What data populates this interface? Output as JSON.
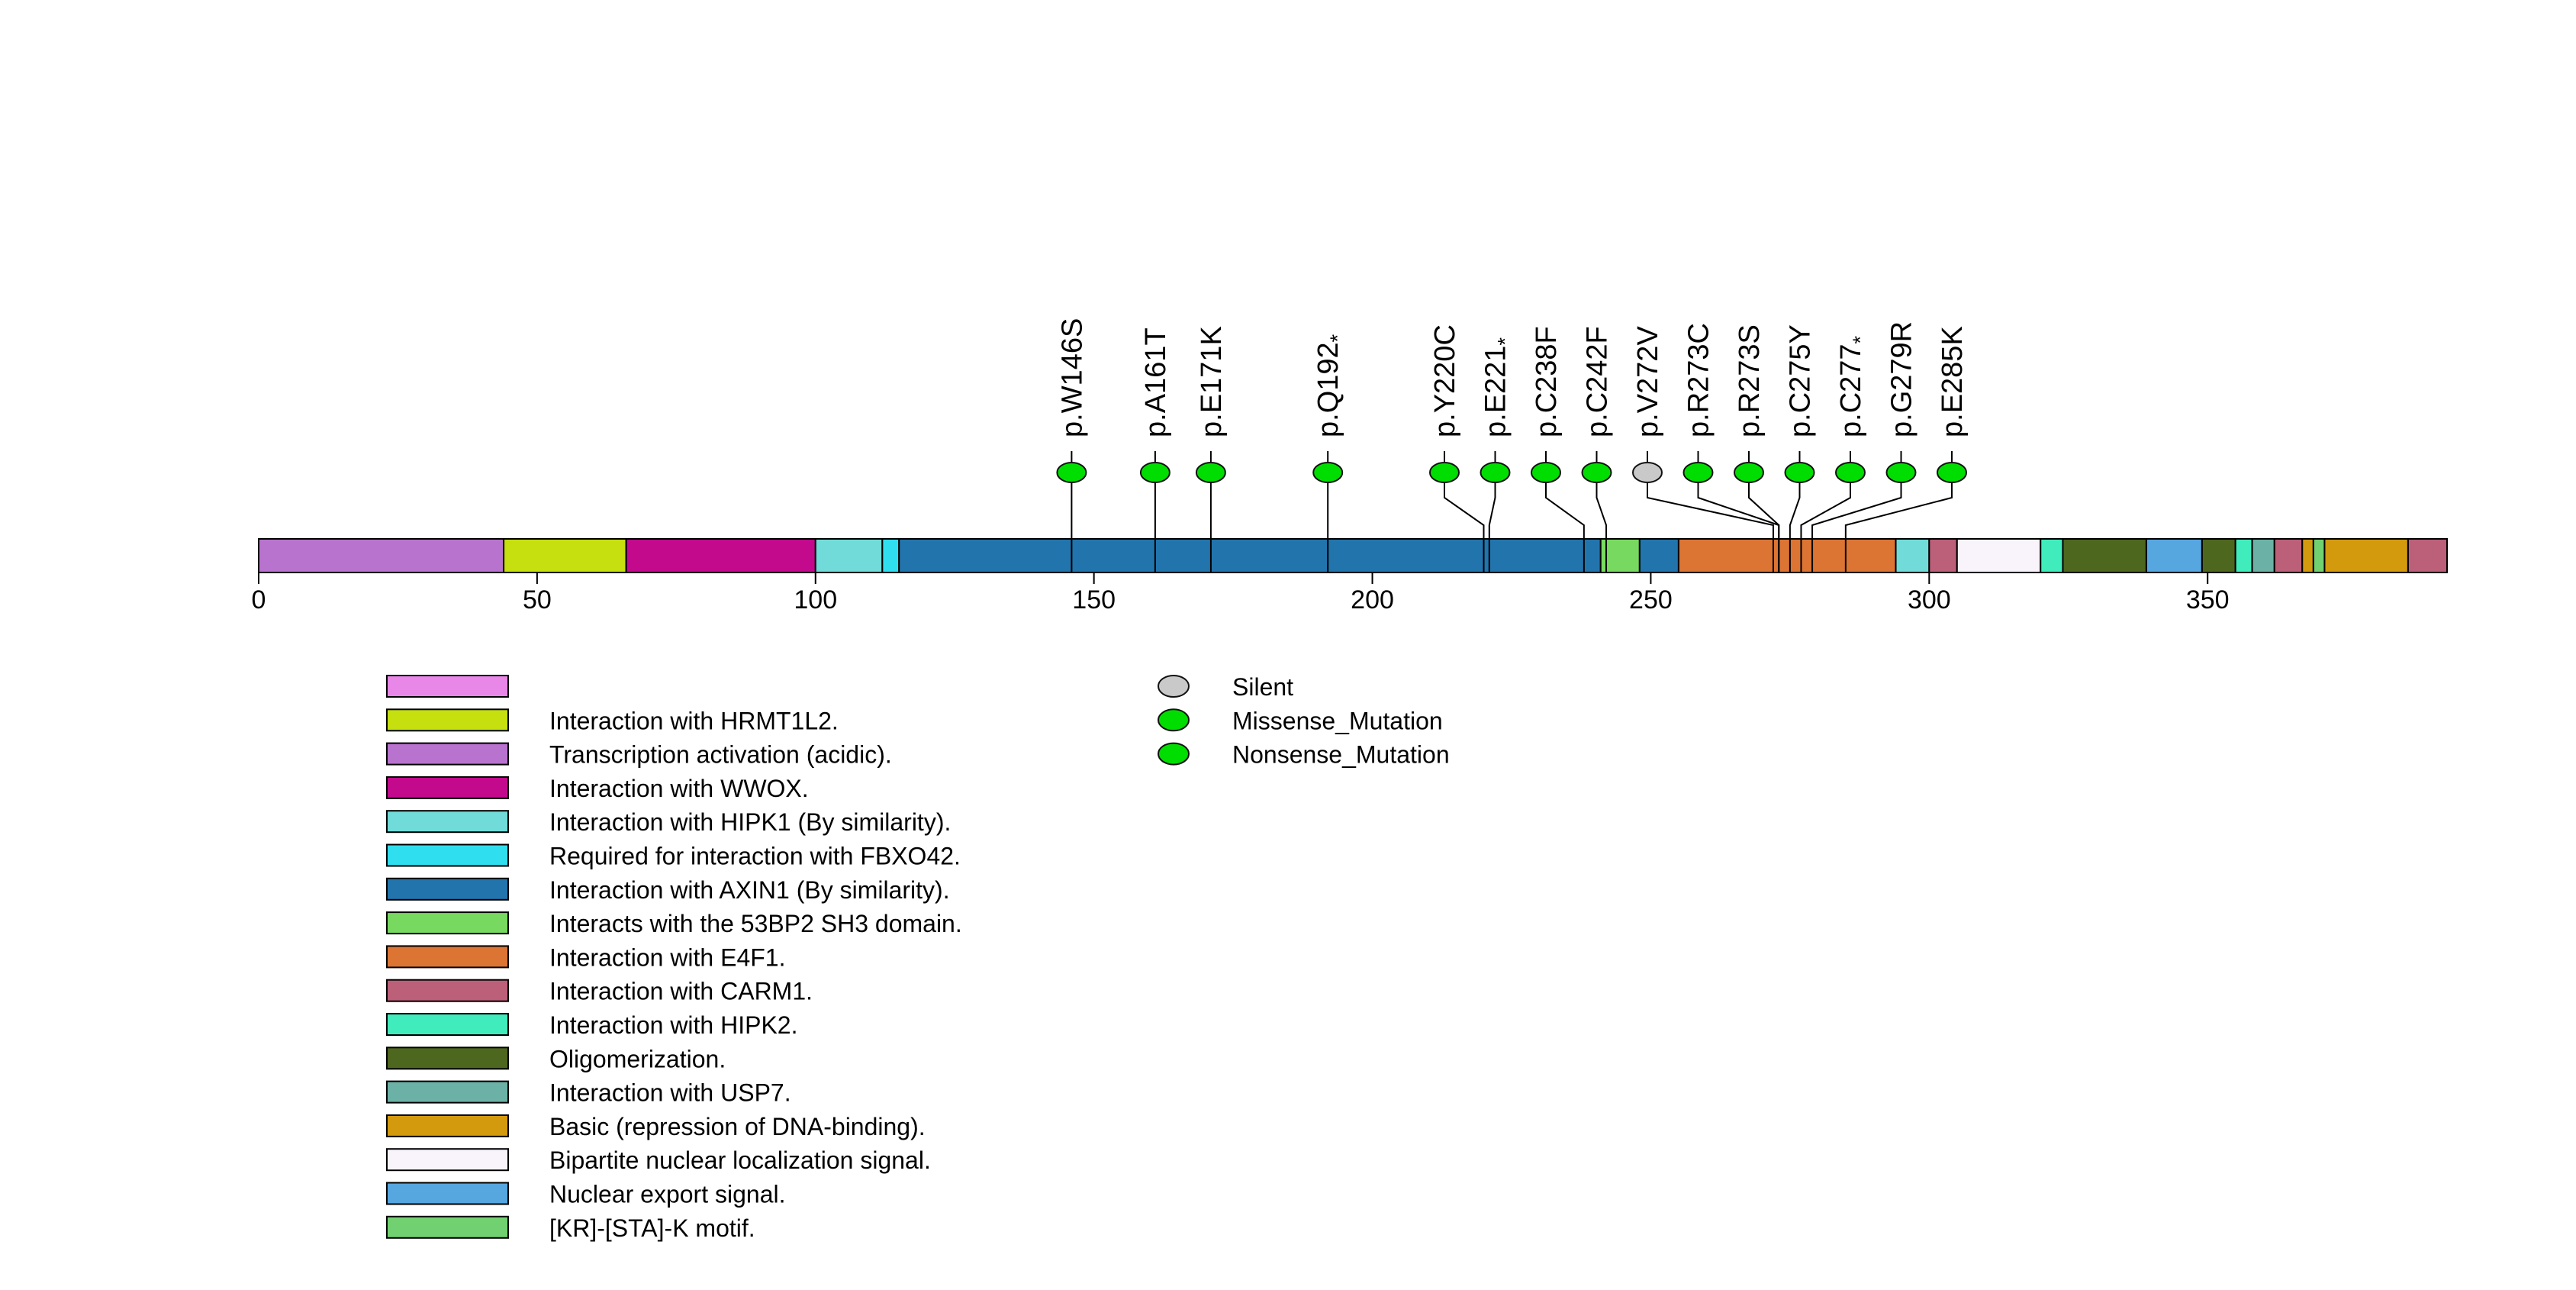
{
  "chart_data": {
    "type": "lollipop",
    "title": "",
    "description": "Protein mutation lollipop diagram with domain track, amino-acid axis, domain legend and mutation-type legend",
    "protein": {
      "length_aa": 393
    },
    "axis": {
      "xlim": [
        0,
        393
      ],
      "ticks": [
        0,
        50,
        100,
        150,
        200,
        250,
        300,
        350
      ]
    },
    "mutation_types": [
      {
        "label": "Silent",
        "color": "#C9C9C9"
      },
      {
        "label": "Missense_Mutation",
        "color": "#00DD00"
      },
      {
        "label": "Nonsense_Mutation",
        "color": "#00DD00"
      }
    ],
    "mutations": [
      {
        "label": "p.W146S",
        "position": 146,
        "type": "Missense_Mutation"
      },
      {
        "label": "p.A161T",
        "position": 161,
        "type": "Missense_Mutation"
      },
      {
        "label": "p.E171K",
        "position": 171,
        "type": "Missense_Mutation"
      },
      {
        "label": "p.Q192*",
        "position": 192,
        "type": "Nonsense_Mutation"
      },
      {
        "label": "p.Y220C",
        "position": 220,
        "type": "Missense_Mutation"
      },
      {
        "label": "p.E221*",
        "position": 221,
        "type": "Nonsense_Mutation"
      },
      {
        "label": "p.C238F",
        "position": 238,
        "type": "Missense_Mutation"
      },
      {
        "label": "p.C242F",
        "position": 242,
        "type": "Missense_Mutation"
      },
      {
        "label": "p.V272V",
        "position": 272,
        "type": "Silent"
      },
      {
        "label": "p.R273C",
        "position": 273,
        "type": "Missense_Mutation"
      },
      {
        "label": "p.R273S",
        "position": 273,
        "type": "Missense_Mutation"
      },
      {
        "label": "p.C275Y",
        "position": 275,
        "type": "Missense_Mutation"
      },
      {
        "label": "p.C277*",
        "position": 277,
        "type": "Nonsense_Mutation"
      },
      {
        "label": "p.G279R",
        "position": 279,
        "type": "Missense_Mutation"
      },
      {
        "label": "p.E285K",
        "position": 285,
        "type": "Missense_Mutation"
      }
    ],
    "domains": [
      {
        "start": 0,
        "end": 44,
        "label": "Transcription activation (acidic).",
        "color": "#B873CE"
      },
      {
        "start": 44,
        "end": 66,
        "label": "Interaction with HRMT1L2.",
        "color": "#C6DF0E"
      },
      {
        "start": 66,
        "end": 100,
        "label": "Interaction with WWOX.",
        "color": "#C40A8C"
      },
      {
        "start": 100,
        "end": 112,
        "label": "Interaction with HIPK1 (By similarity).",
        "color": "#70DBD8"
      },
      {
        "start": 112,
        "end": 115,
        "label": "Required for interaction with FBXO42.",
        "color": "#30DFEF"
      },
      {
        "start": 115,
        "end": 241,
        "label": "Interaction with AXIN1 (By similarity).",
        "color": "#2274AC"
      },
      {
        "start": 241,
        "end": 248,
        "label": "Interacts with the 53BP2 SH3 domain.",
        "color": "#77D95F"
      },
      {
        "start": 248,
        "end": 255,
        "label": "Interaction with AXIN1 (By similarity).",
        "color": "#2274AC"
      },
      {
        "start": 255,
        "end": 294,
        "label": "Interaction with E4F1.",
        "color": "#DC7434"
      },
      {
        "start": 294,
        "end": 300,
        "label": "Interaction with HIPK1 (By similarity).",
        "color": "#70DBD8"
      },
      {
        "start": 300,
        "end": 305,
        "label": "Interaction with CARM1.",
        "color": "#BC5F78"
      },
      {
        "start": 305,
        "end": 320,
        "label": "Bipartite nuclear localization signal.",
        "color": "#F9F4FB"
      },
      {
        "start": 320,
        "end": 324,
        "label": "Interaction with HIPK2.",
        "color": "#41ECBC"
      },
      {
        "start": 324,
        "end": 339,
        "label": "Oligomerization.",
        "color": "#4D671F"
      },
      {
        "start": 339,
        "end": 349,
        "label": "Nuclear export signal.",
        "color": "#56A6E0"
      },
      {
        "start": 349,
        "end": 355,
        "label": "Oligomerization.",
        "color": "#4D671F"
      },
      {
        "start": 355,
        "end": 358,
        "label": "Interaction with HIPK2.",
        "color": "#41ECBC"
      },
      {
        "start": 358,
        "end": 362,
        "label": "Interaction with USP7.",
        "color": "#6CB1A6"
      },
      {
        "start": 362,
        "end": 367,
        "label": "Interaction with CARM1.",
        "color": "#BC5F78"
      },
      {
        "start": 367,
        "end": 369,
        "label": "Basic (repression of DNA-binding).",
        "color": "#D49A0E"
      },
      {
        "start": 369,
        "end": 371,
        "label": "[KR]-[STA]-K motif.",
        "color": "#71D170"
      },
      {
        "start": 371,
        "end": 386,
        "label": "Basic (repression of DNA-binding).",
        "color": "#D49A0E"
      },
      {
        "start": 386,
        "end": 393,
        "label": "Interaction with CARM1.",
        "color": "#BC5F78"
      }
    ],
    "domain_legend": [
      {
        "label": "",
        "color": "#E887E8"
      },
      {
        "label": "Interaction with HRMT1L2.",
        "color": "#C6DF0E"
      },
      {
        "label": "Transcription activation (acidic).",
        "color": "#B873CE"
      },
      {
        "label": "Interaction with WWOX.",
        "color": "#C40A8C"
      },
      {
        "label": "Interaction with HIPK1 (By similarity).",
        "color": "#70DBD8"
      },
      {
        "label": "Required for interaction with FBXO42.",
        "color": "#30DFEF"
      },
      {
        "label": "Interaction with AXIN1 (By similarity).",
        "color": "#2274AC"
      },
      {
        "label": "Interacts with the 53BP2 SH3 domain.",
        "color": "#77D95F"
      },
      {
        "label": "Interaction with E4F1.",
        "color": "#DC7434"
      },
      {
        "label": "Interaction with CARM1.",
        "color": "#BC5F78"
      },
      {
        "label": "Interaction with HIPK2.",
        "color": "#41ECBC"
      },
      {
        "label": "Oligomerization.",
        "color": "#4D671F"
      },
      {
        "label": "Interaction with USP7.",
        "color": "#6CB1A6"
      },
      {
        "label": "Basic (repression of DNA-binding).",
        "color": "#D49A0E"
      },
      {
        "label": "Bipartite nuclear localization signal.",
        "color": "#F9F4FB"
      },
      {
        "label": "Nuclear export signal.",
        "color": "#56A6E0"
      },
      {
        "label": "[KR]-[STA]-K motif.",
        "color": "#71D170"
      }
    ]
  }
}
